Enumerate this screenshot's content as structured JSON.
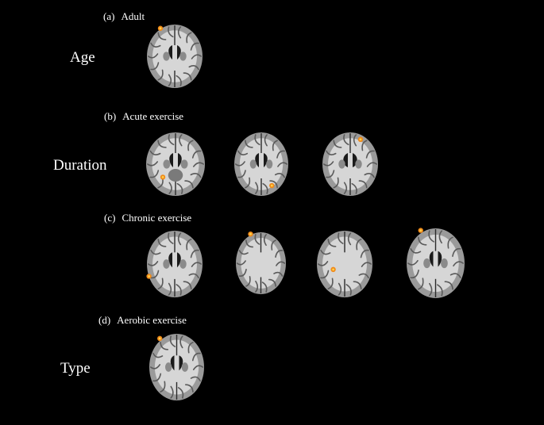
{
  "rows": [
    {
      "label": "Age",
      "panel_tag": "(a)",
      "panel_title": "Adult",
      "slices": [
        {
          "view": "axial-ventricles",
          "spots": [
            {
              "fx": 0.25,
              "fy": 0.07
            }
          ]
        }
      ]
    },
    {
      "label": "Duration",
      "panel_tag": "(b)",
      "panel_title": "Acute exercise",
      "slices": [
        {
          "view": "axial-low",
          "spots": [
            {
              "fx": 0.29,
              "fy": 0.7
            }
          ]
        },
        {
          "view": "axial-ventricles",
          "spots": [
            {
              "fx": 0.69,
              "fy": 0.83
            }
          ]
        },
        {
          "view": "axial-ventricles-high",
          "spots": [
            {
              "fx": 0.68,
              "fy": 0.12
            }
          ]
        }
      ]
    },
    {
      "label": "",
      "panel_tag": "(c)",
      "panel_title": "Chronic exercise",
      "slices": [
        {
          "view": "axial-ventricles",
          "spots": [
            {
              "fx": 0.05,
              "fy": 0.68
            }
          ]
        },
        {
          "view": "axial-high",
          "spots": [
            {
              "fx": 0.3,
              "fy": 0.04
            }
          ]
        },
        {
          "view": "axial-top",
          "spots": [
            {
              "fx": 0.3,
              "fy": 0.58
            }
          ]
        },
        {
          "view": "axial-ventricles",
          "spots": [
            {
              "fx": 0.25,
              "fy": 0.04
            }
          ]
        }
      ]
    },
    {
      "label": "Type",
      "panel_tag": "(d)",
      "panel_title": "Aerobic exercise",
      "slices": [
        {
          "view": "axial-ventricles",
          "spots": [
            {
              "fx": 0.2,
              "fy": 0.08
            }
          ]
        }
      ]
    }
  ],
  "colors": {
    "background": "#000000",
    "brain_gray": "#9a9a9a",
    "white_matter": "#d6d6d6",
    "activation": "#f08a1a"
  }
}
